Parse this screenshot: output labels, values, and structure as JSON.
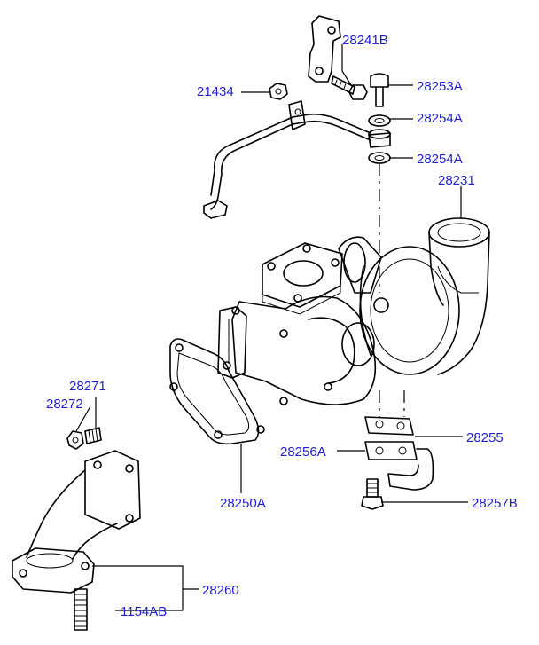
{
  "diagram": {
    "label_color": "#1f1fd0",
    "line_color": "#000000",
    "background": "#ffffff",
    "labels": {
      "p28241B": "28241B",
      "p21434": "21434",
      "p28253A": "28253A",
      "p28254A_upper": "28254A",
      "p28254A_lower": "28254A",
      "p28231": "28231",
      "p28271": "28271",
      "p28272": "28272",
      "p28255": "28255",
      "p28256A": "28256A",
      "p28257B": "28257B",
      "p28250A": "28250A",
      "p28260": "28260",
      "p1154AB": "1154AB"
    }
  }
}
